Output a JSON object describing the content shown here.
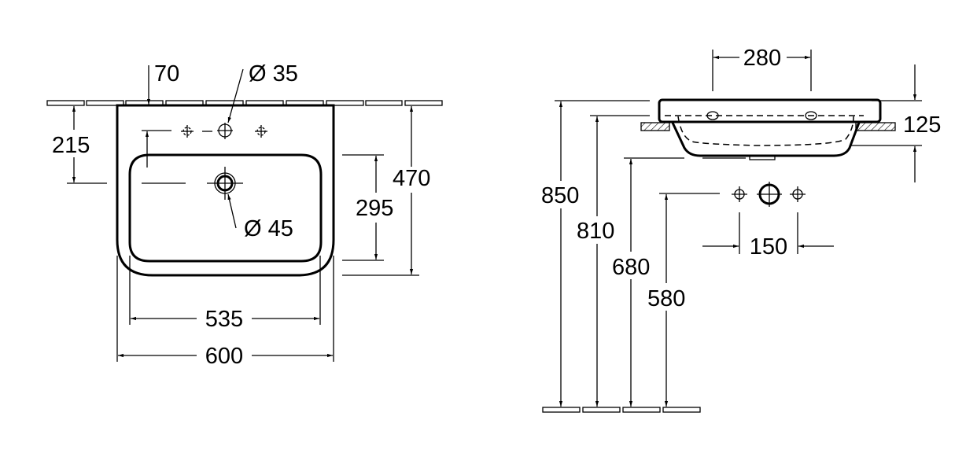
{
  "front_view": {
    "dim_70": "70",
    "dim_tap_hole": "Ø 35",
    "dim_215": "215",
    "dim_470": "470",
    "dim_295": "295",
    "dim_drain": "Ø 45",
    "dim_535": "535",
    "dim_600": "600"
  },
  "side_view": {
    "dim_280": "280",
    "dim_125": "125",
    "dim_850": "850",
    "dim_810": "810",
    "dim_680": "680",
    "dim_580": "580",
    "dim_150": "150"
  }
}
